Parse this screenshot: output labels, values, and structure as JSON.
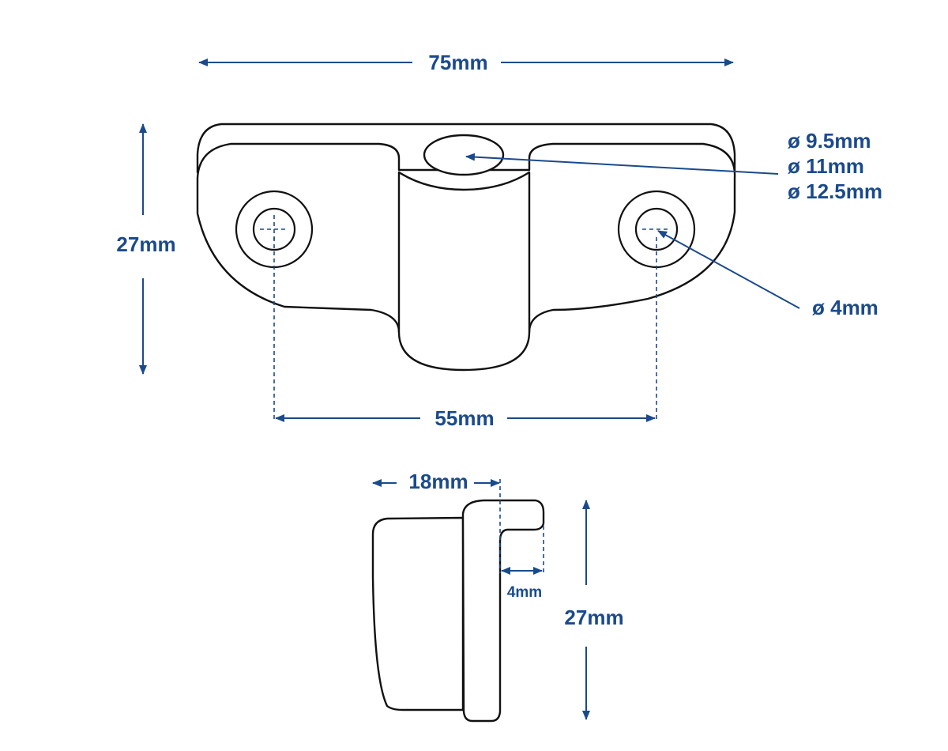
{
  "top_view": {
    "overall_length": "75mm",
    "height": "27mm",
    "hole_spacing": "55mm",
    "post_diameters": [
      "ø 9.5mm",
      "ø 11mm",
      "ø 12.5mm"
    ],
    "hole_diameter": "ø 4mm"
  },
  "side_view": {
    "depth": "18mm",
    "gap": "4mm",
    "height": "27mm"
  },
  "colors": {
    "dimension": "#1b4a8c",
    "outline": "#111111"
  }
}
